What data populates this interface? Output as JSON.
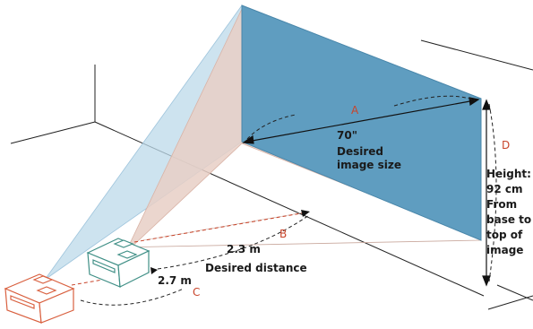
{
  "labels": {
    "a": "A",
    "b": "B",
    "c": "C",
    "d": "D",
    "image_size_value": "70\"",
    "image_size_line1": "Desired",
    "image_size_line2": "image size",
    "near_distance": "2.3 m",
    "far_distance": "2.7 m",
    "distance_caption": "Desired distance",
    "height_line1": "Height:",
    "height_line2": "92 cm",
    "height_line3": "From",
    "height_line4": "base to",
    "height_line5": "top of",
    "height_line6": "image"
  },
  "colors": {
    "screen": "#5f9dc0",
    "outer_beam": "#bcd9ea",
    "inner_beam": "#e8cfc6",
    "projector_near": "#3f8f86",
    "projector_far": "#d9603f",
    "label_red": "#c8442a",
    "line": "#222222"
  }
}
